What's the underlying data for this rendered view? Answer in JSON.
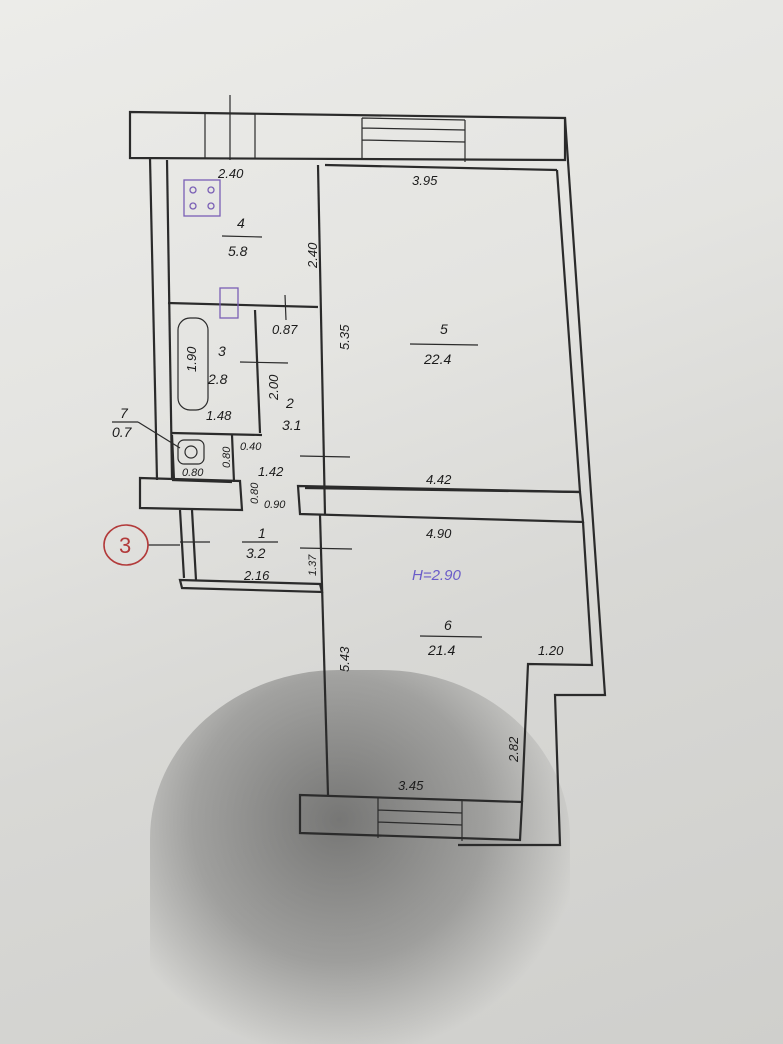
{
  "rooms": [
    {
      "number": "4",
      "area": "5.8"
    },
    {
      "number": "5",
      "area": "22.4"
    },
    {
      "number": "3",
      "area": "2.8"
    },
    {
      "number": "2",
      "area": "3.1"
    },
    {
      "number": "7",
      "area": "0.7"
    },
    {
      "number": "1",
      "area": "3.2"
    },
    {
      "number": "6",
      "area": "21.4"
    }
  ],
  "dimensions": {
    "d_240_top": "2.40",
    "d_395": "3.95",
    "d_240_side": "2.40",
    "d_535": "5.35",
    "d_087": "0.87",
    "d_190": "1.90",
    "d_200": "2.00",
    "d_148": "1.48",
    "d_040": "0.40",
    "d_080a": "0.80",
    "d_080b": "0.80",
    "d_142": "1.42",
    "d_080c": "0.80",
    "d_090": "0.90",
    "d_442": "4.42",
    "d_490": "4.90",
    "d_137": "1.37",
    "d_216": "2.16",
    "d_543": "5.43",
    "d_120": "1.20",
    "d_282": "2.82",
    "d_345": "3.45"
  },
  "ceiling_height": "H=2.90",
  "entrance_mark": "3"
}
